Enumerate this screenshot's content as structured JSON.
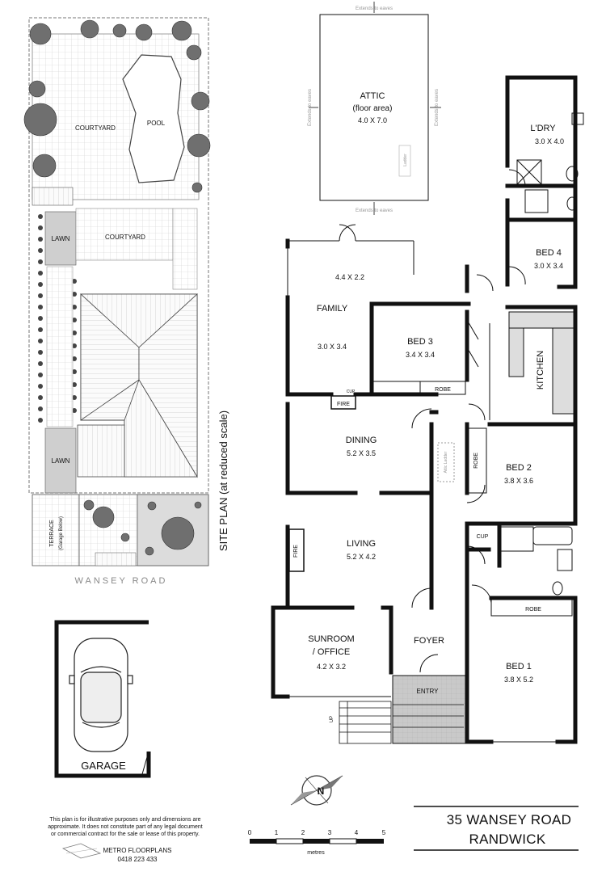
{
  "site": {
    "courtyard_top": "COURTYARD",
    "pool": "POOL",
    "lawn_top": "LAWN",
    "courtyard_mid": "COURTYARD",
    "lawn_bottom": "LAWN",
    "terrace": "TERRACE",
    "terrace_sub": "(Garage Below)",
    "site_plan_label": "SITE PLAN (at reduced scale)",
    "street": "WANSEY ROAD"
  },
  "garage": {
    "label": "GARAGE"
  },
  "attic": {
    "name": "ATTIC",
    "sub": "(floor area)",
    "dims": "4.0 X 7.0",
    "eaves": "Extends to eaves",
    "ladder": "Ladder"
  },
  "rooms": {
    "ldry": {
      "name": "L'DRY",
      "dims": "3.0 X 4.0"
    },
    "bed4": {
      "name": "BED 4",
      "dims": "3.0 X 3.4"
    },
    "family": {
      "name": "FAMILY",
      "dims": "3.0 X 3.4",
      "extension": "4.4 X 2.2"
    },
    "bed3": {
      "name": "BED 3",
      "dims": "3.4 X 3.4",
      "robe": "ROBE",
      "cup": "CUP"
    },
    "kitchen": {
      "name": "KITCHEN"
    },
    "dining": {
      "name": "DINING",
      "dims": "5.2 X 3.5",
      "fire": "FIRE",
      "attic_ladder": "Attic Ladder"
    },
    "bed2": {
      "name": "BED 2",
      "dims": "3.8 X 3.6",
      "robe": "ROBE"
    },
    "living": {
      "name": "LIVING",
      "dims": "5.2 X 4.2",
      "fire": "FIRE"
    },
    "cup2": {
      "name": "CUP"
    },
    "sunroom": {
      "name": "SUNROOM",
      "name2": "/ OFFICE",
      "dims": "4.2 X 3.2"
    },
    "foyer": {
      "name": "FOYER"
    },
    "bed1": {
      "name": "BED 1",
      "dims": "3.8 X 5.2",
      "robe": "ROBE"
    },
    "entry": {
      "name": "ENTRY"
    },
    "up": "UP"
  },
  "address": {
    "line1": "35 WANSEY ROAD",
    "line2": "RANDWICK"
  },
  "scale": {
    "ticks": [
      "0",
      "1",
      "2",
      "3",
      "4",
      "5"
    ],
    "unit": "metres"
  },
  "compass": {
    "letter": "N"
  },
  "disclaimer": {
    "line1": "This plan is for illustrative purposes only and dimensions are",
    "line2": "approximate. It does not constitute part of any legal document",
    "line3": "or commercial contract for the sale or lease of this property."
  },
  "brand": {
    "name": "METRO FLOORPLANS",
    "phone": "0418 223 433"
  }
}
